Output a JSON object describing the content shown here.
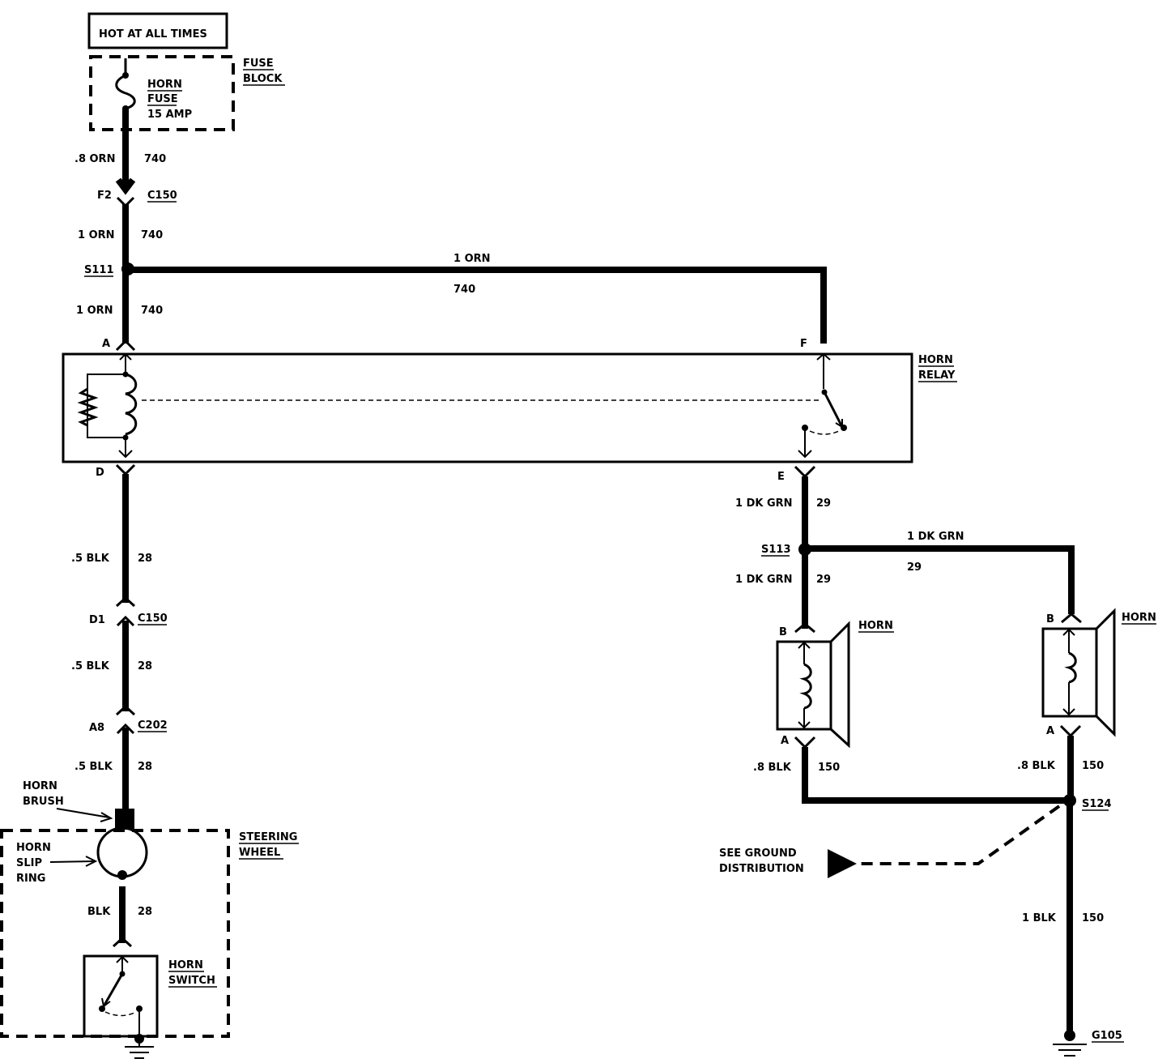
{
  "labels": {
    "power_status": "HOT AT ALL TIMES",
    "fuse_block": [
      "FUSE",
      "BLOCK"
    ],
    "horn_fuse": [
      "HORN",
      "FUSE",
      "15 AMP"
    ],
    "horn_relay": [
      "HORN",
      "RELAY"
    ],
    "horn_left": "HORN",
    "horn_right": "HORN",
    "steering_wheel": [
      "STEERING",
      "WHEEL"
    ],
    "horn_brush": [
      "HORN",
      "BRUSH"
    ],
    "horn_slip_ring": [
      "HORN",
      "SLIP",
      "RING"
    ],
    "horn_switch": [
      "HORN",
      "SWITCH"
    ],
    "see_ground": [
      "SEE GROUND",
      "DISTRIBUTION"
    ]
  },
  "connectors": {
    "c150": "C150",
    "c150b": "C150",
    "c202": "C202",
    "f2": "F2",
    "d1": "D1",
    "a8": "A8"
  },
  "splices": {
    "s111": "S111",
    "s113": "S113",
    "s124": "S124",
    "g105": "G105"
  },
  "pins": {
    "relay_a": "A",
    "relay_d": "D",
    "relay_f": "F",
    "relay_e": "E",
    "horn1_b": "B",
    "horn1_a": "A",
    "horn2_b": "B",
    "horn2_a": "A"
  },
  "wires": {
    "w1": {
      "color": ".8 ORN",
      "circuit": "740"
    },
    "w2": {
      "color": "1 ORN",
      "circuit": "740"
    },
    "w3": {
      "color": "1 ORN",
      "circuit": "740"
    },
    "w_top": {
      "color": "1 ORN",
      "circuit": "740"
    },
    "w4": {
      "color": ".5 BLK",
      "circuit": "28"
    },
    "w5": {
      "color": ".5 BLK",
      "circuit": "28"
    },
    "w6": {
      "color": ".5 BLK",
      "circuit": "28"
    },
    "w7": {
      "color": "BLK",
      "circuit": "28"
    },
    "w8": {
      "color": "1 DK GRN",
      "circuit": "29"
    },
    "w9": {
      "color": "1 DK GRN",
      "circuit": "29"
    },
    "w_grn": {
      "color": "1 DK GRN",
      "circuit": "29"
    },
    "w10": {
      "color": ".8 BLK",
      "circuit": "150"
    },
    "w11": {
      "color": ".8 BLK",
      "circuit": "150"
    },
    "w12": {
      "color": "1 BLK",
      "circuit": "150"
    }
  }
}
